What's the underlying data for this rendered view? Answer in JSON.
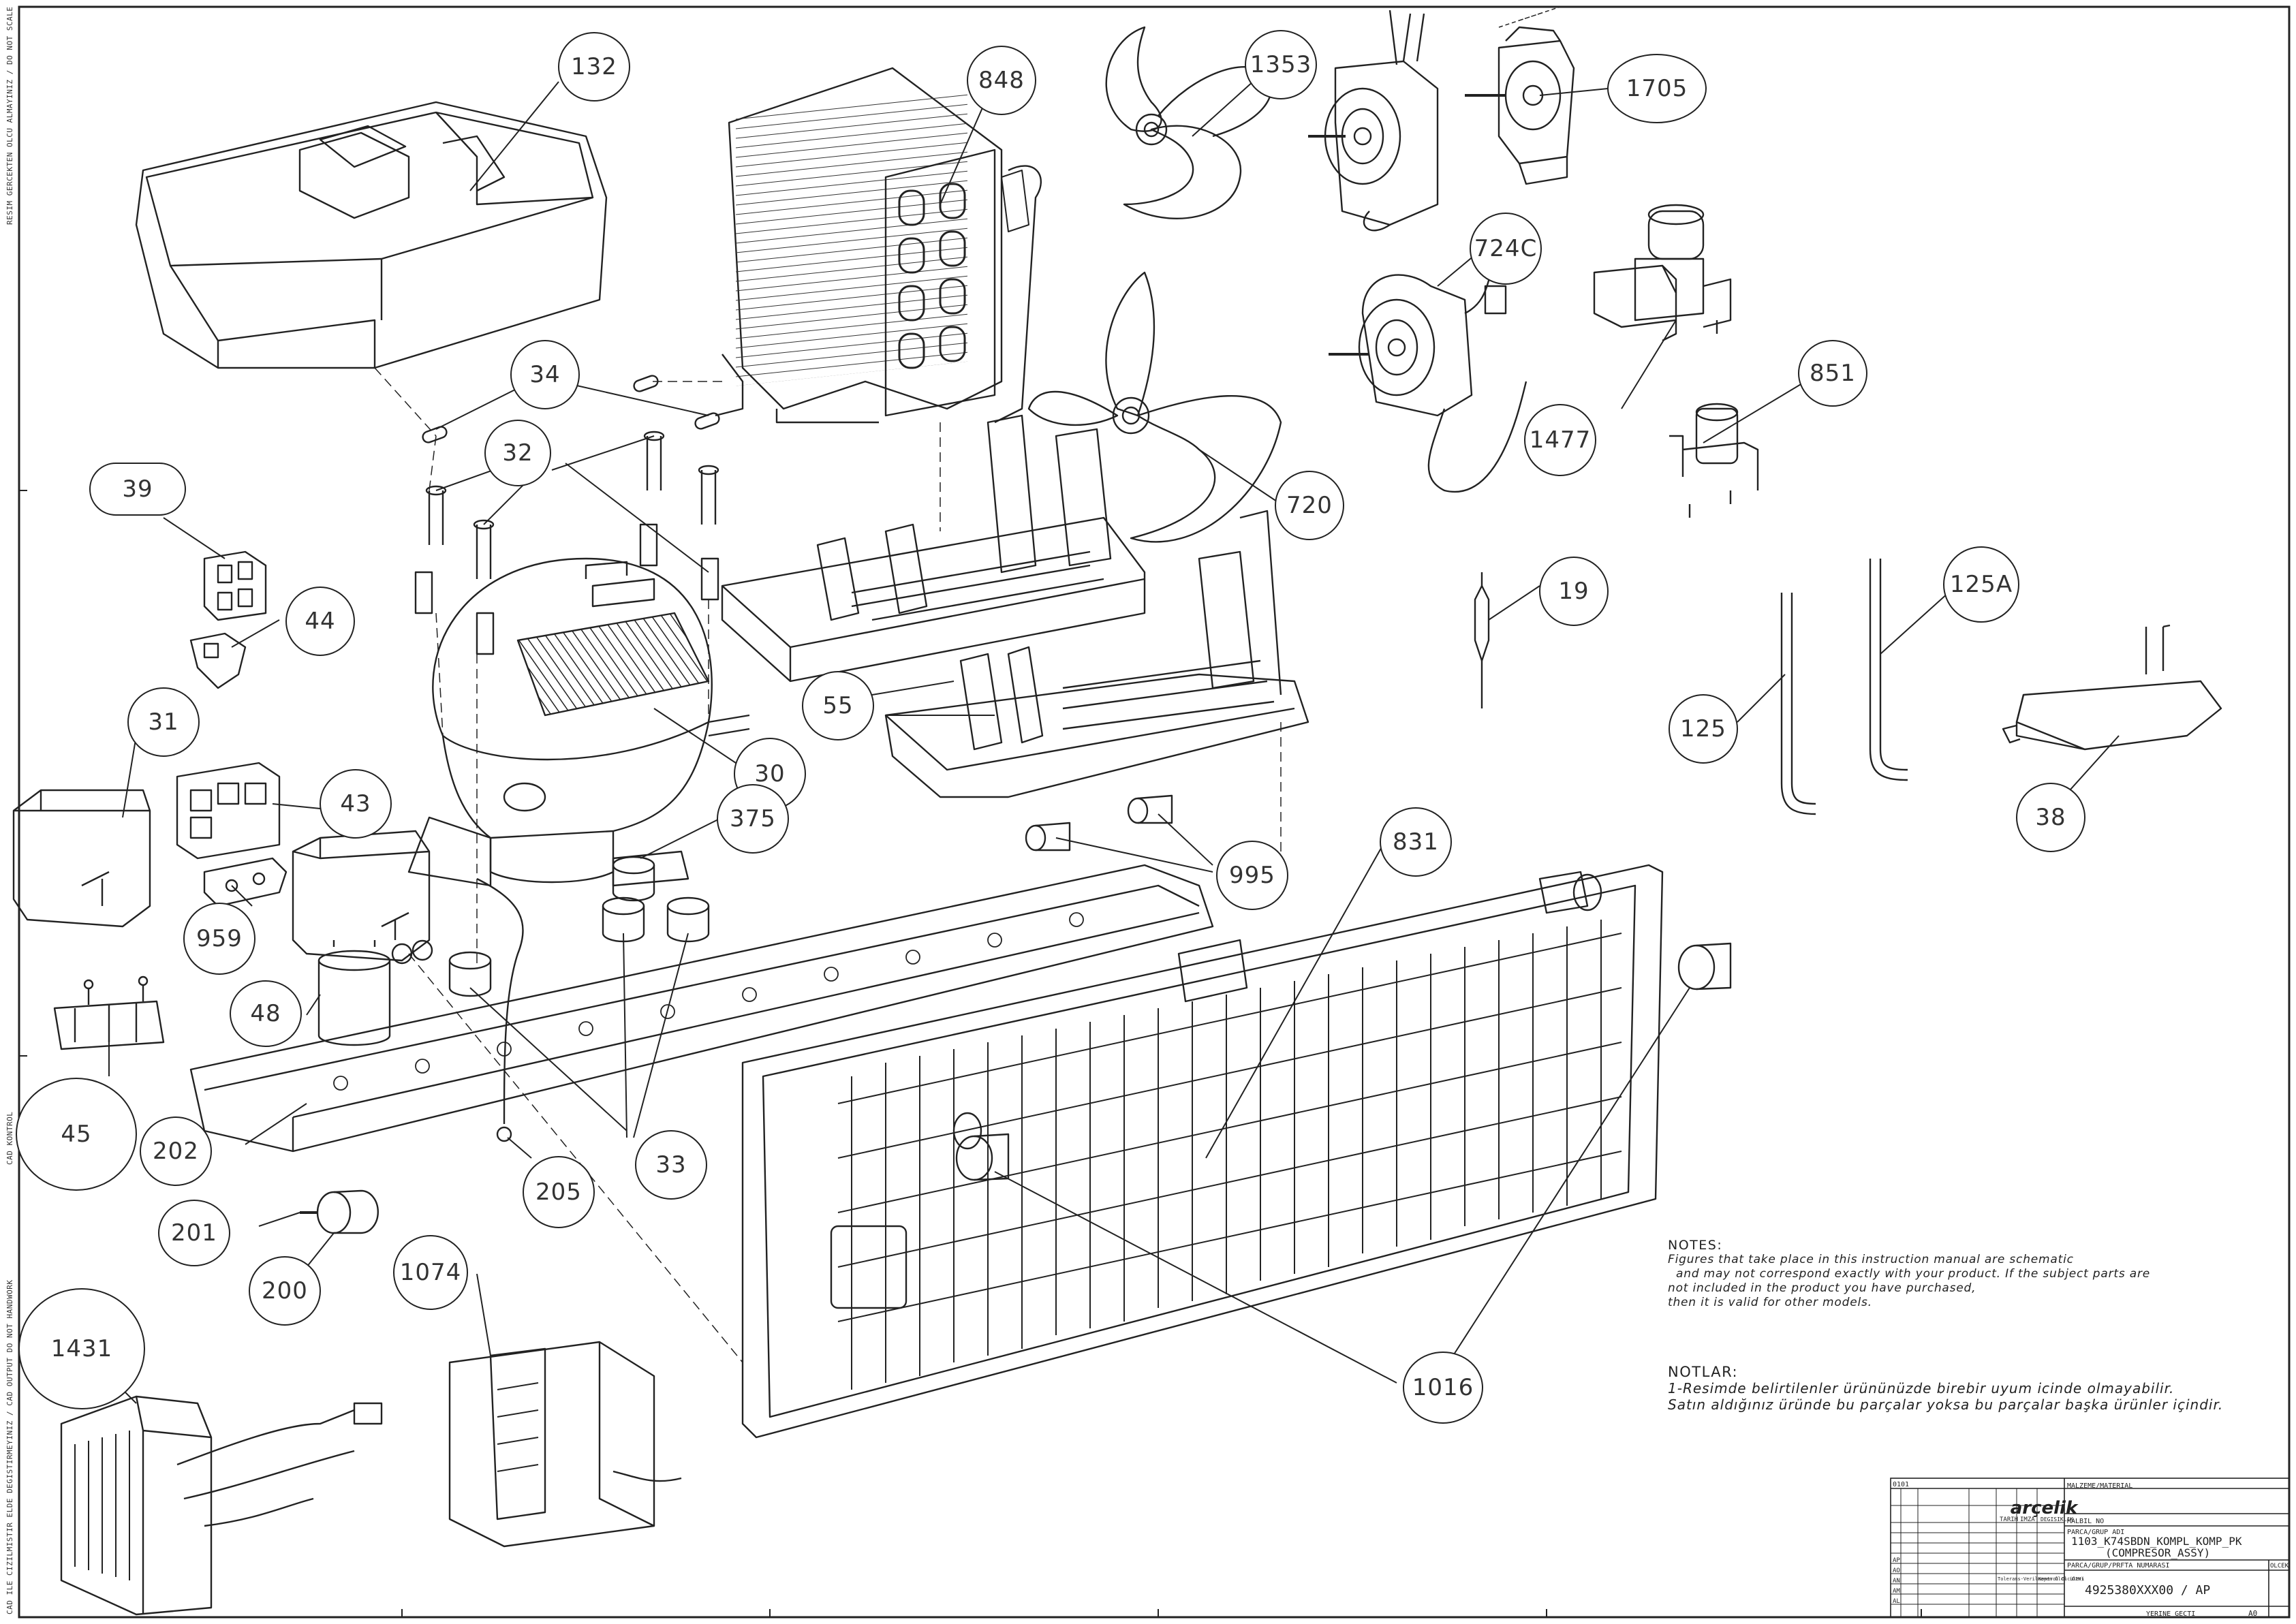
{
  "callouts": {
    "c132": "132",
    "c848": "848",
    "c1353": "1353",
    "c1705": "1705",
    "c7240": "724C",
    "c34": "34",
    "c32": "32",
    "c39": "39",
    "c44": "44",
    "c851": "851",
    "c1477": "1477",
    "c720": "720",
    "c19": "19",
    "c125a": "125A",
    "c125": "125",
    "c38": "38",
    "c31": "31",
    "c43": "43",
    "c30": "30",
    "c375": "375",
    "c55": "55",
    "c959": "959",
    "c995": "995",
    "c831": "831",
    "c48": "48",
    "c45": "45",
    "c202": "202",
    "c33": "33",
    "c205": "205",
    "c201": "201",
    "c200": "200",
    "c1074": "1074",
    "c1431": "1431",
    "c1016": "1016"
  },
  "notes": {
    "heading": "NOTES:",
    "line1": "Figures that take place in this instruction manual are schematic",
    "line2": "and may not correspond exactly with your product. If the subject parts are",
    "line3": "not included in the product you have purchased,",
    "line4": "then it is valid for other models."
  },
  "notlar": {
    "heading": "NOTLAR:",
    "line1": "1-Resimde belirtilenler ürününüzde birebir   uyum icinde olmayabilir.",
    "line2": "Satın aldığınız üründe bu parçalar yoksa bu parçalar başka ürünler içindir."
  },
  "side": {
    "top": "RESIM GERCEKTEN OLCU ALMAYINIZ / DO NOT SCALE",
    "mid": "CAD KONTROL",
    "bottom": "CAD ILE CIZILMISTIR ELDE DEGISTIRMEYINIZ / CAD OUTPUT DO NOT HANDWORK"
  },
  "title_block": {
    "brand": "arçelik",
    "material_label": "MALZEME/MATERIAL",
    "code_label": "MALBIL NO",
    "part_label": "PARCA/GRUP ADI",
    "part_name": "1103_K74SBDN_KOMPL_KOMP_PK",
    "part_name2": "(COMPRESOR_ASSY)",
    "number_label": "PARCA/GRUP/PRFTA NUMARASI",
    "number": "4925380XXX00 / AP",
    "scale_label": "OLCEK",
    "revs": [
      "AP",
      "AO",
      "AN",
      "AM",
      "AL"
    ],
    "tolerance": "Tolerans-Verilmeyen Olcu (DIN)",
    "control": "Kontrol Olculeri",
    "sheet_label": "YERINE GECTI",
    "sheet_size": "A0",
    "col_date": "TARIH",
    "col_sign": "IMZA",
    "col_change": "DEGISIKLIK",
    "tmp": "0101"
  }
}
